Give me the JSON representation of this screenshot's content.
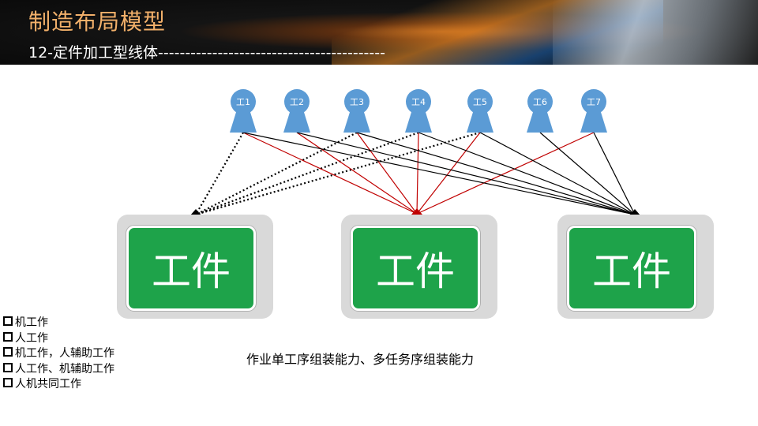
{
  "header": {
    "title": "制造布局模型",
    "subtitle": "12-定件加工型线体------------------------------------------"
  },
  "workers": [
    "工1",
    "工2",
    "工3",
    "工4",
    "工5",
    "工6",
    "工7"
  ],
  "workpieces": [
    "工件",
    "工件",
    "工件"
  ],
  "connections": [
    {
      "from": 0,
      "to": 0,
      "style": "dotted"
    },
    {
      "from": 2,
      "to": 0,
      "style": "dotted"
    },
    {
      "from": 3,
      "to": 0,
      "style": "dotted"
    },
    {
      "from": 4,
      "to": 0,
      "style": "dotted"
    },
    {
      "from": 0,
      "to": 1,
      "style": "red"
    },
    {
      "from": 1,
      "to": 1,
      "style": "red"
    },
    {
      "from": 2,
      "to": 1,
      "style": "red"
    },
    {
      "from": 3,
      "to": 1,
      "style": "red"
    },
    {
      "from": 4,
      "to": 1,
      "style": "red"
    },
    {
      "from": 6,
      "to": 1,
      "style": "red"
    },
    {
      "from": 0,
      "to": 2,
      "style": "black"
    },
    {
      "from": 1,
      "to": 2,
      "style": "black"
    },
    {
      "from": 2,
      "to": 2,
      "style": "black"
    },
    {
      "from": 3,
      "to": 2,
      "style": "black"
    },
    {
      "from": 4,
      "to": 2,
      "style": "black"
    },
    {
      "from": 5,
      "to": 2,
      "style": "black"
    },
    {
      "from": 6,
      "to": 2,
      "style": "black"
    }
  ],
  "colors": {
    "worker": "#5b9bd5",
    "workpiece": "#1ea34a",
    "red_line": "#c00000",
    "black_line": "#000000"
  },
  "legend": [
    "机工作",
    "人工作",
    "机工作，人辅助工作",
    "人工作、机辅助工作",
    "人机共同工作"
  ],
  "caption": "作业单工序组装能力、多任务序组装能力"
}
